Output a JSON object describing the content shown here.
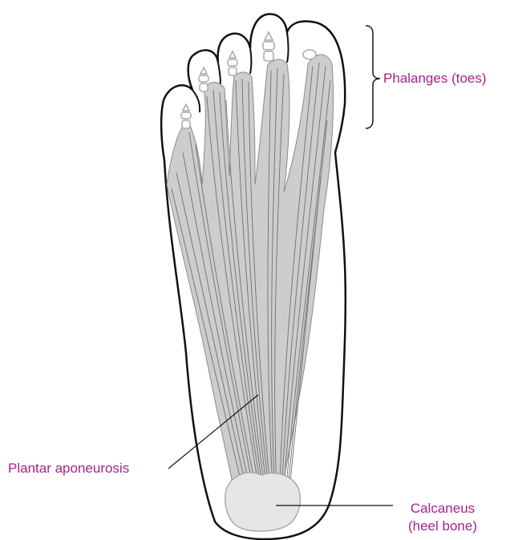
{
  "labels": {
    "phalanges": "Phalanges (toes)",
    "plantar": "Plantar aponeurosis",
    "calcaneus_line1": "Calcaneus",
    "calcaneus_line2": "(heel bone)"
  },
  "colors": {
    "label": "#a3248b",
    "outline": "#111111",
    "tendon_fill": "#cdcdcd",
    "tendon_line": "#6f6f6f",
    "bone": "#a9a9a9"
  }
}
